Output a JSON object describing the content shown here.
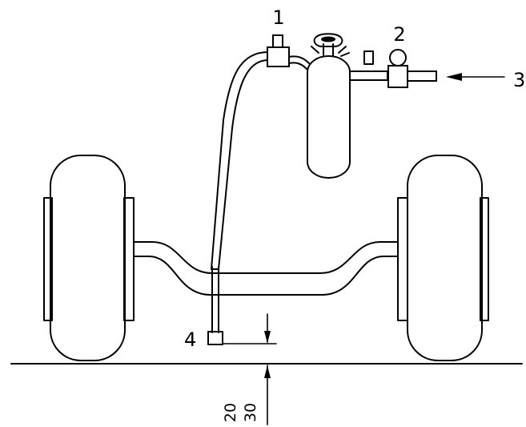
{
  "labels": {
    "item_1": "1",
    "item_2": "2",
    "item_3": "3",
    "item_4": "4",
    "dim_lower": "20",
    "dim_upper": "30"
  }
}
